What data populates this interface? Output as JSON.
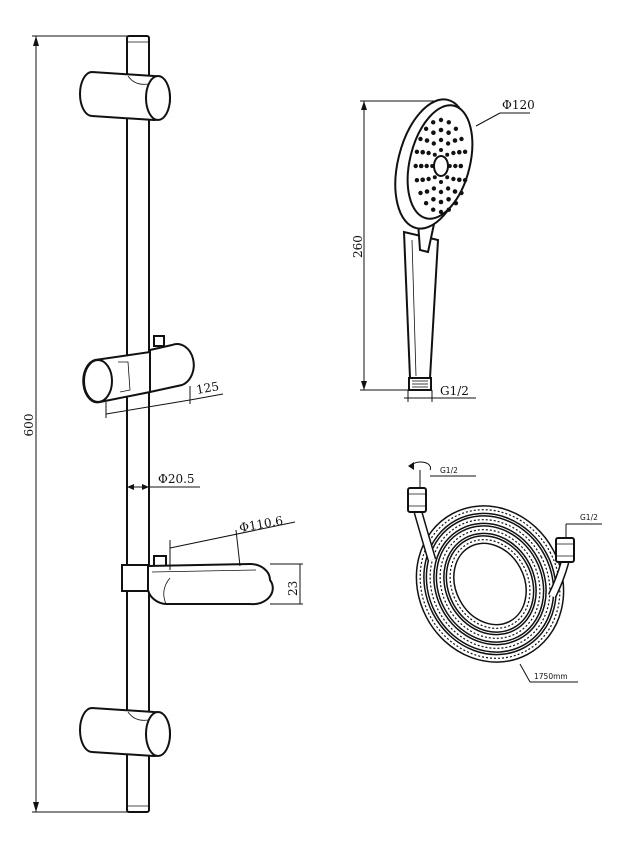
{
  "labels": {
    "bar_length": "600",
    "slider_depth": "125",
    "rod_diameter": "Φ20.5",
    "dish_diameter": "Φ110.6",
    "dish_height": "23",
    "head_diameter": "Φ120",
    "head_length": "260",
    "head_thread": "G1/2",
    "hose_thread_top": "G1/2",
    "hose_thread_right": "G1/2",
    "hose_length": "1750mm"
  }
}
